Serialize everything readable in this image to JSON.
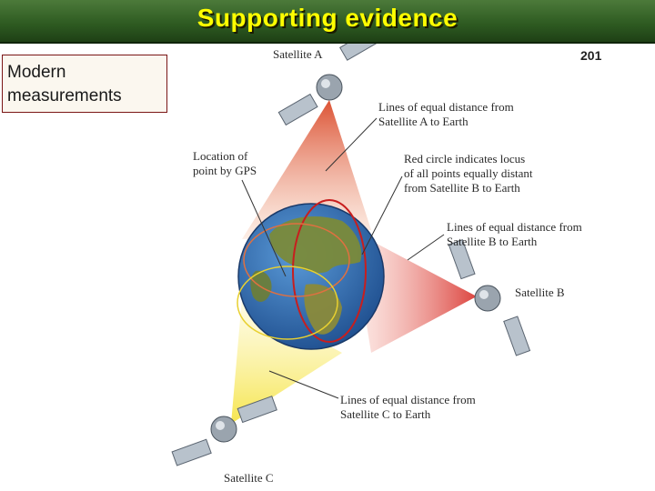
{
  "slide": {
    "title": "Supporting evidence",
    "label": "Modern measurements"
  },
  "figure": {
    "page_number": "201",
    "satellite_a": "Satellite A",
    "satellite_b": "Satellite B",
    "satellite_c": "Satellite C",
    "annotations": {
      "gps_location": [
        "Location of",
        "point by GPS"
      ],
      "lines_a": [
        "Lines of equal distance from",
        "Satellite A to Earth"
      ],
      "red_circle": [
        "Red circle indicates locus",
        "of all points equally distant",
        "from Satellite B to Earth"
      ],
      "lines_b": [
        "Lines of equal distance from",
        "Satellite B to Earth"
      ],
      "lines_c": [
        "Lines of equal distance from",
        "Satellite C to Earth"
      ]
    },
    "colors": {
      "title_text": "#ffff00",
      "title_bar": "#2f5c22",
      "cone_a": "#e8603a",
      "cone_b": "#d8302a",
      "cone_c": "#f5e23a",
      "ocean": "#2f6fb8",
      "land": "#7a8a3a",
      "label_border": "#7a1515"
    }
  }
}
